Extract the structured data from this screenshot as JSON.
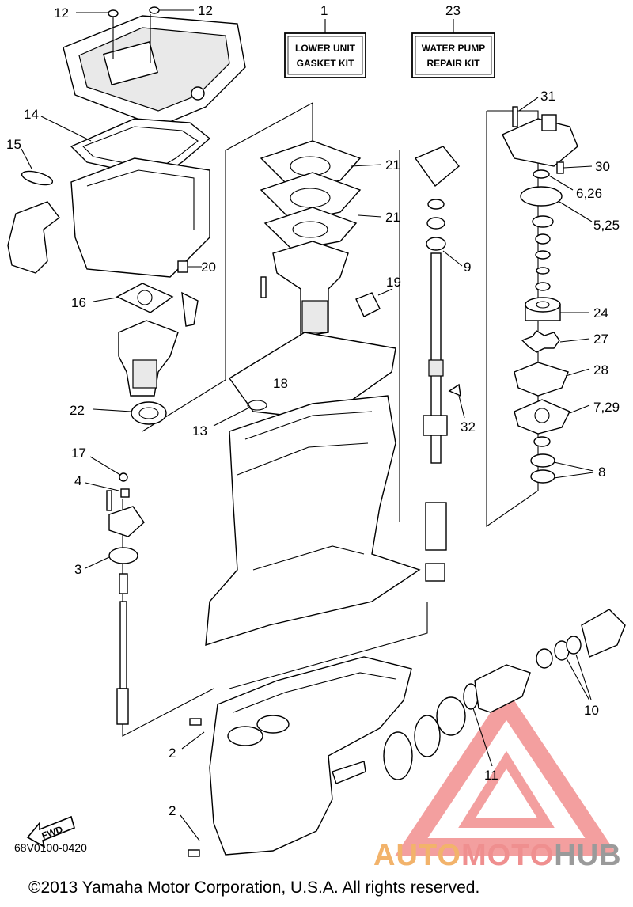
{
  "callouts": [
    "12",
    "12",
    "1",
    "23",
    "31",
    "14",
    "15",
    "21",
    "21",
    "30",
    "6,26",
    "5,25",
    "20",
    "9",
    "19",
    "16",
    "24",
    "27",
    "18",
    "28",
    "22",
    "13",
    "32",
    "7,29",
    "17",
    "8",
    "4",
    "3",
    "10",
    "2",
    "11",
    "2"
  ],
  "kits": {
    "lower_unit": [
      "LOWER UNIT",
      "GASKET KIT"
    ],
    "water_pump": [
      "WATER PUMP",
      "REPAIR KIT"
    ]
  },
  "fwd_label": "FWD",
  "diagram_code": "68V0100-0420",
  "copyright": "©2013 Yamaha Motor Corporation, U.S.A. All rights reserved.",
  "watermark": {
    "part1": "AUTO",
    "part2": "MOTO",
    "part3": "HUB",
    "colors": {
      "auto": "#f2b36b",
      "moto": "#ef8f8f",
      "hub": "#9a9a9a",
      "logo": "#f08080"
    }
  }
}
